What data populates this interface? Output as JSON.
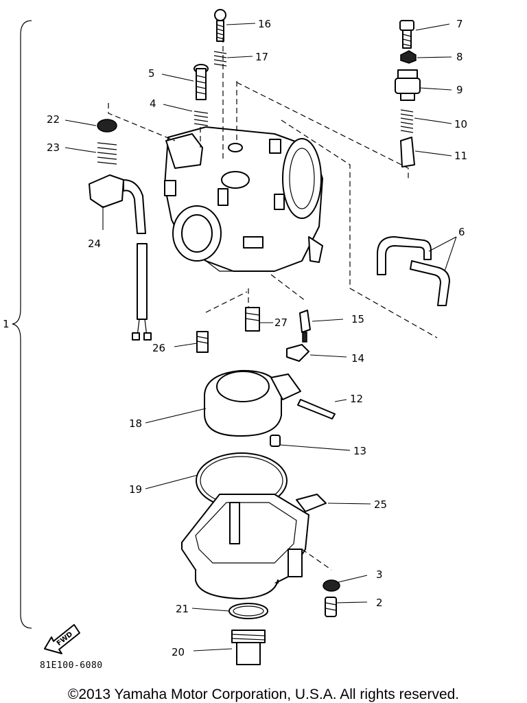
{
  "callouts": {
    "c1": "1",
    "c2": "2",
    "c3": "3",
    "c4": "4",
    "c5": "5",
    "c6": "6",
    "c7": "7",
    "c8": "8",
    "c9": "9",
    "c10": "10",
    "c11": "11",
    "c12": "12",
    "c13": "13",
    "c14": "14",
    "c15": "15",
    "c16": "16",
    "c17": "17",
    "c18": "18",
    "c19": "19",
    "c20": "20",
    "c21": "21",
    "c22": "22",
    "c23": "23",
    "c24": "24",
    "c25": "25",
    "c26": "26",
    "c27": "27"
  },
  "direction_label": "FWD",
  "diagram_code": "81E100-6080",
  "copyright": "©2013 Yamaha Motor Corporation, U.S.A. All rights reserved."
}
